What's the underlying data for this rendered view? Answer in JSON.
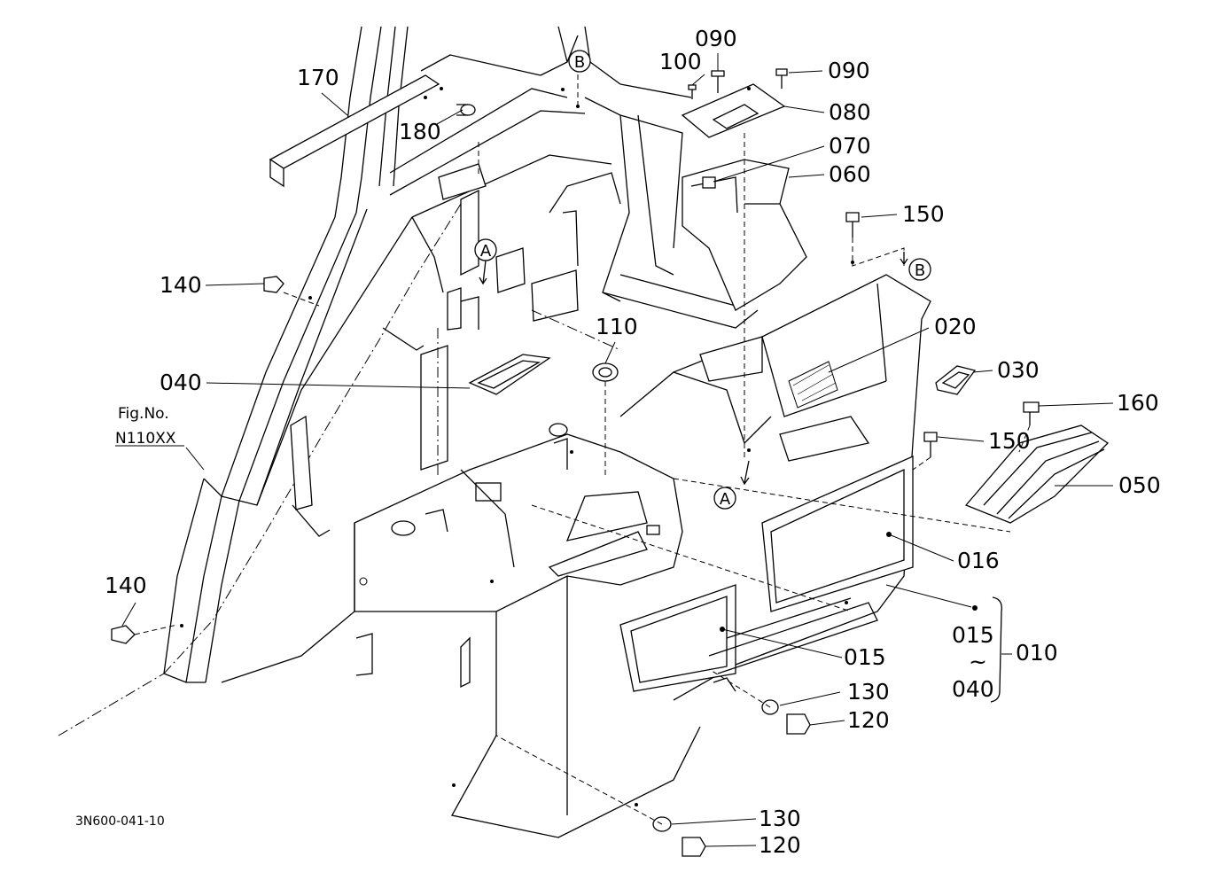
{
  "figure": {
    "fig_no_label": "Fig.No.",
    "fig_no_value": "N110XX",
    "drawing_number": "3N600-041-10"
  },
  "markers": {
    "a_top": "A",
    "a_bottom": "A",
    "b_top": "B",
    "b_right": "B"
  },
  "callouts": {
    "c170": "170",
    "c180": "180",
    "c140_upper": "140",
    "c140_lower": "140",
    "c040_left": "040",
    "c110": "110",
    "c100": "100",
    "c090_top": "090",
    "c090_right": "090",
    "c080": "080",
    "c070": "070",
    "c060": "060",
    "c150_upper": "150",
    "c020": "020",
    "c030": "030",
    "c160": "160",
    "c150_lower": "150",
    "c050": "050",
    "c016": "016",
    "c015_main": "015",
    "c130_upper": "130",
    "c120_upper": "120",
    "c130_lower": "130",
    "c120_lower": "120"
  },
  "assembly_group": {
    "range_start": "015",
    "range_sep": "~",
    "range_end": "040",
    "assembly": "010"
  }
}
